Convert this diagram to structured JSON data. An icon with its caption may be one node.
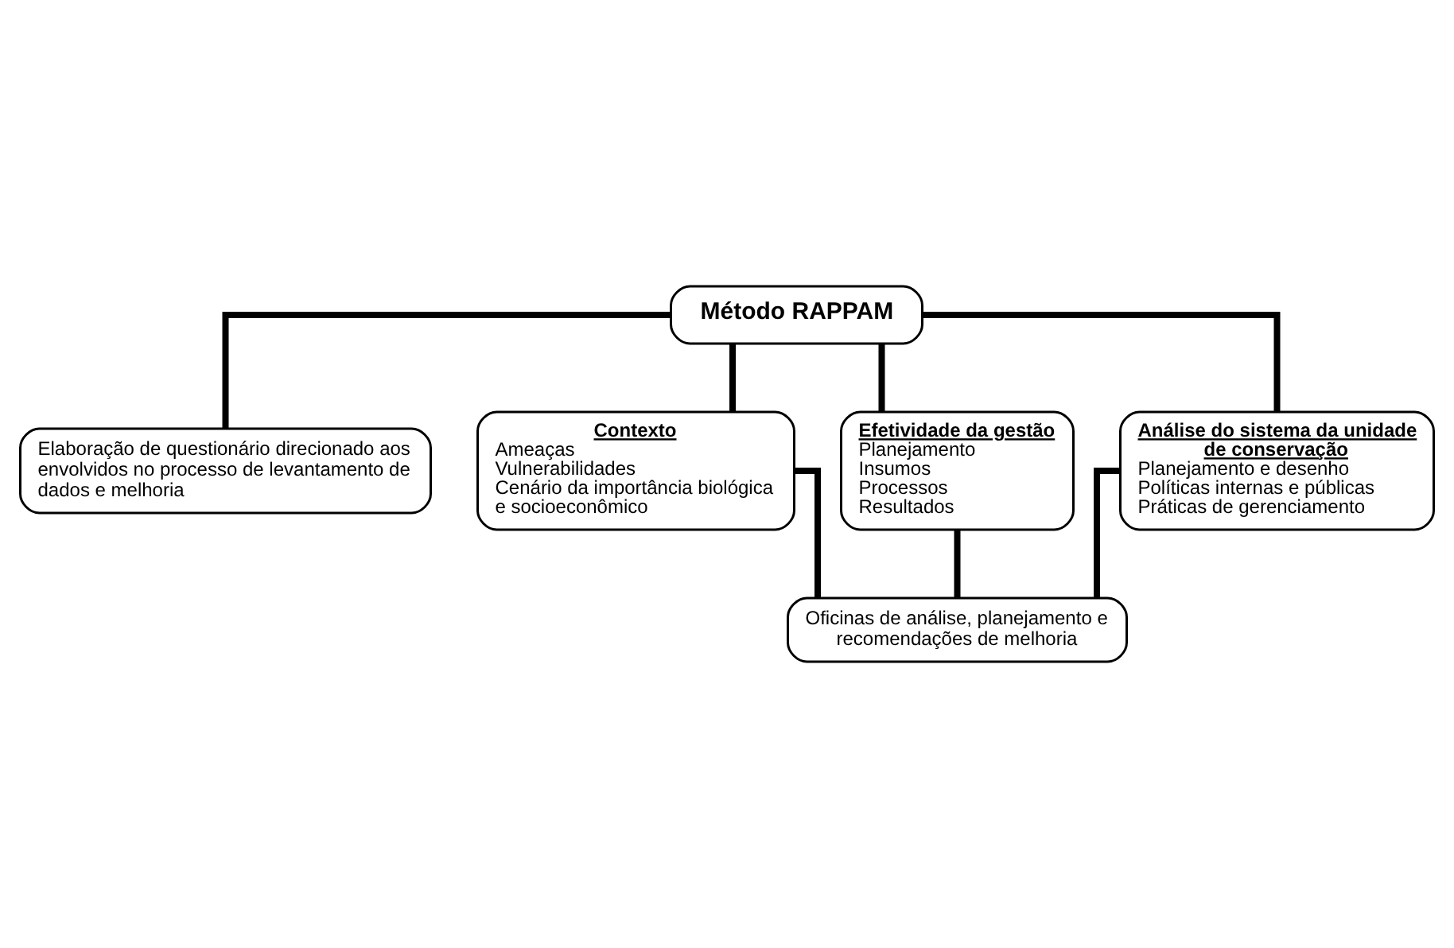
{
  "diagram": {
    "nodes": [
      {
        "text": [
          "Método RAPPAM"
        ]
      },
      {
        "text": [
          "Elaboração de questionário direcionado aos envolvidos no processo de levantamento de dados e melhoria"
        ]
      },
      {
        "text": [
          "Contexto",
          "Ameaças",
          "Vulnerabilidades",
          "Cenário da importância biológica e socioeconômico"
        ]
      },
      {
        "text": [
          "Efetividade da gestão",
          "Planejamento",
          "Insumos",
          "Processos",
          "Resultados"
        ]
      },
      {
        "text": [
          "Análise do sistema da unidade de conservação",
          "Planejamento e desenho",
          "Políticas internas e públicas",
          "Práticas de gerenciamento"
        ]
      },
      {
        "text": [
          "Oficinas de análise, planejamento e recomendações de melhoria"
        ]
      }
    ],
    "edges": [
      {
        "from": 0,
        "to": 1,
        "arrow": "none"
      },
      {
        "from": 0,
        "to": 2,
        "arrow": "none"
      },
      {
        "from": 0,
        "to": 3,
        "arrow": "none"
      },
      {
        "from": 0,
        "to": 4,
        "arrow": "none"
      },
      {
        "from": 2,
        "to": 5,
        "arrow": "none"
      },
      {
        "from": 3,
        "to": 5,
        "arrow": "none"
      },
      {
        "from": 4,
        "to": 5,
        "arrow": "none"
      }
    ]
  }
}
